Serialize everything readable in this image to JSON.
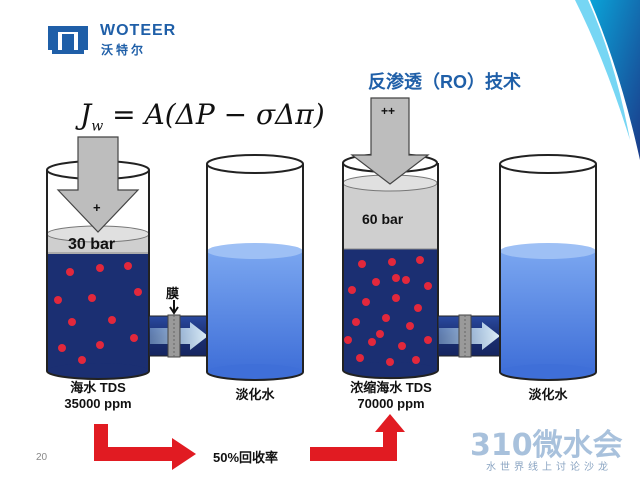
{
  "brand": {
    "name_en": "WOTEER",
    "name_cn": "沃特尔"
  },
  "title": "反渗透（RO）技术",
  "equation": {
    "lhs": "J",
    "lhs_sub": "w",
    "rhs": "= A(ΔP − σΔπ)"
  },
  "left_system": {
    "arrow_sign": "+",
    "pressure": "30 bar",
    "membrane_label": "膜",
    "feed_label_1": "海水 TDS",
    "feed_label_2": "35000 ppm",
    "product_label": "淡化水"
  },
  "right_system": {
    "arrow_sign": "++",
    "pressure": "60 bar",
    "feed_label_1": "浓缩海水 TDS",
    "feed_label_2": "70000 ppm",
    "product_label": "淡化水"
  },
  "recovery_label": "50%回收率",
  "page_number": "20",
  "watermark": {
    "main": "310微水会",
    "sub": "水世界线上讨论沙龙"
  },
  "colors": {
    "brand_blue": "#1f5fa8",
    "seawater": "#1b2f72",
    "salt_dots": "#e2283c",
    "fresh_water": "#5b8ee6",
    "piston": "#cfcfcf",
    "arrow_red": "#e11b22"
  }
}
